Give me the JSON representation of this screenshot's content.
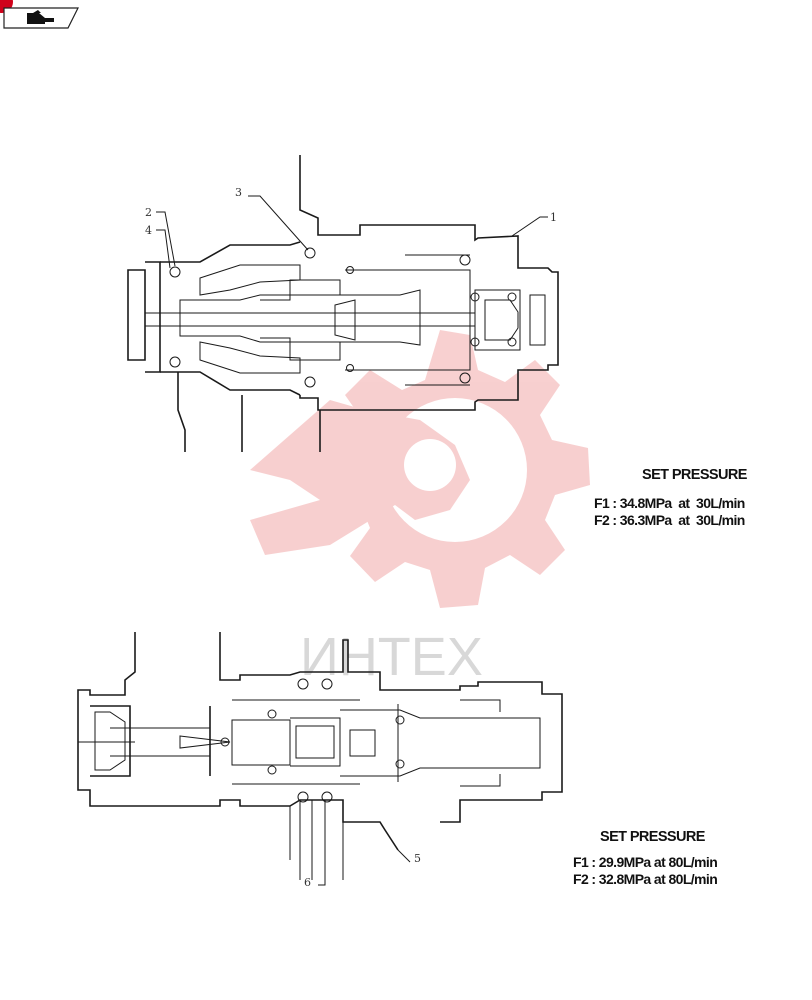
{
  "header": {
    "tag_icon": "hydraulic-tab-icon",
    "accent_color": "#d0021b"
  },
  "watermark": {
    "text": "ИНТЕХ",
    "icon": "gear-wrench-logo",
    "color": "#f2b5b5"
  },
  "upper_valve": {
    "callouts": [
      "1",
      "2",
      "3",
      "4"
    ],
    "spec": {
      "title": "SET PRESSURE",
      "lines": [
        "F1 : 34.8MPa  at  30L/min",
        "F2 : 36.3MPa  at  30L/min"
      ]
    }
  },
  "lower_valve": {
    "callouts": [
      "5",
      "6"
    ],
    "spec": {
      "title": "SET PRESSURE",
      "lines": [
        "F1 : 29.9MPa at 80L/min",
        "F2 : 32.8MPa at 80L/min"
      ]
    }
  }
}
